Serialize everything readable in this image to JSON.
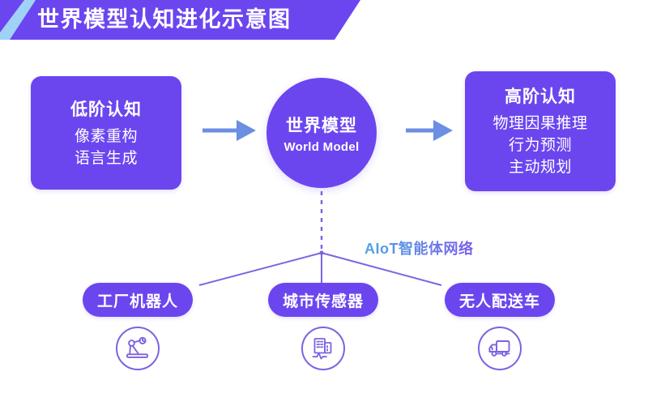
{
  "banner": {
    "title": "世界模型认知进化示意图",
    "fill_color": "#6B46EF",
    "accent_color": "#9FD2F5"
  },
  "colors": {
    "primary_purple": "#6B46EF",
    "line_purple": "#7E62E0",
    "arrow_blue": "#6C8EE3",
    "label_gradient_start": "#4FA3E8",
    "label_gradient_end": "#7B5BE8",
    "background": "#FFFFFF"
  },
  "flow": {
    "left_card": {
      "heading": "低阶认知",
      "lines": [
        "像素重构",
        "语言生成"
      ]
    },
    "center": {
      "title_cn": "世界模型",
      "title_en": "World Model"
    },
    "right_card": {
      "heading": "高阶认知",
      "lines": [
        "物理因果推理",
        "行为预测",
        "主动规划"
      ]
    },
    "arrows": [
      {
        "name": "arrow-left-to-center"
      },
      {
        "name": "arrow-center-to-right"
      }
    ]
  },
  "network": {
    "label": "AIoT智能体网络",
    "nodes": [
      {
        "label": "工厂机器人",
        "icon": "robot-arm-icon"
      },
      {
        "label": "城市传感器",
        "icon": "city-sensor-icon"
      },
      {
        "label": "无人配送车",
        "icon": "delivery-truck-icon"
      }
    ]
  }
}
